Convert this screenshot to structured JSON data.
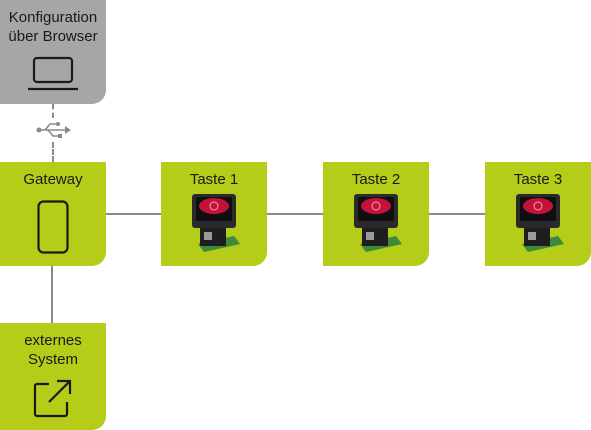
{
  "config": {
    "line1": "Konfiguration",
    "line2": "über Browser",
    "icon": "laptop-icon"
  },
  "usb": {
    "icon": "usb-icon"
  },
  "gateway": {
    "label": "Gateway",
    "icon": "device-icon"
  },
  "keys": [
    {
      "label": "Taste 1",
      "icon": "push-button-icon"
    },
    {
      "label": "Taste 2",
      "icon": "push-button-icon"
    },
    {
      "label": "Taste 3",
      "icon": "push-button-icon"
    }
  ],
  "external": {
    "line1": "externes",
    "line2": "System",
    "icon": "external-link-icon"
  },
  "colors": {
    "node": "#b5cc18",
    "config": "#a6a6a6",
    "connector": "#8a8a8a",
    "button_top": "#c4123a"
  }
}
